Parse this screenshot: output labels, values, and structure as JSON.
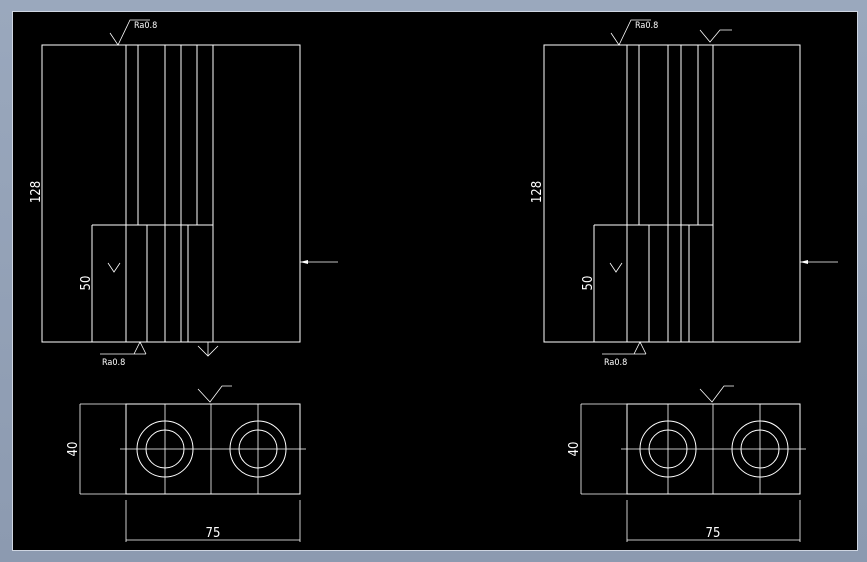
{
  "views": [
    {
      "id": "left",
      "dims": {
        "height_total": "128",
        "height_lower": "50",
        "plan_depth": "40",
        "plan_width": "75"
      },
      "roughness_top": "Ra0.8",
      "roughness_bottom": "Ra0.8"
    },
    {
      "id": "right",
      "dims": {
        "height_total": "128",
        "height_lower": "50",
        "plan_depth": "40",
        "plan_width": "75"
      },
      "roughness_top": "Ra0.8",
      "roughness_bottom": "Ra0.8"
    }
  ],
  "colors": {
    "background": "#000000",
    "linework": "#ffffff",
    "window_chrome": "#93a2b8"
  }
}
